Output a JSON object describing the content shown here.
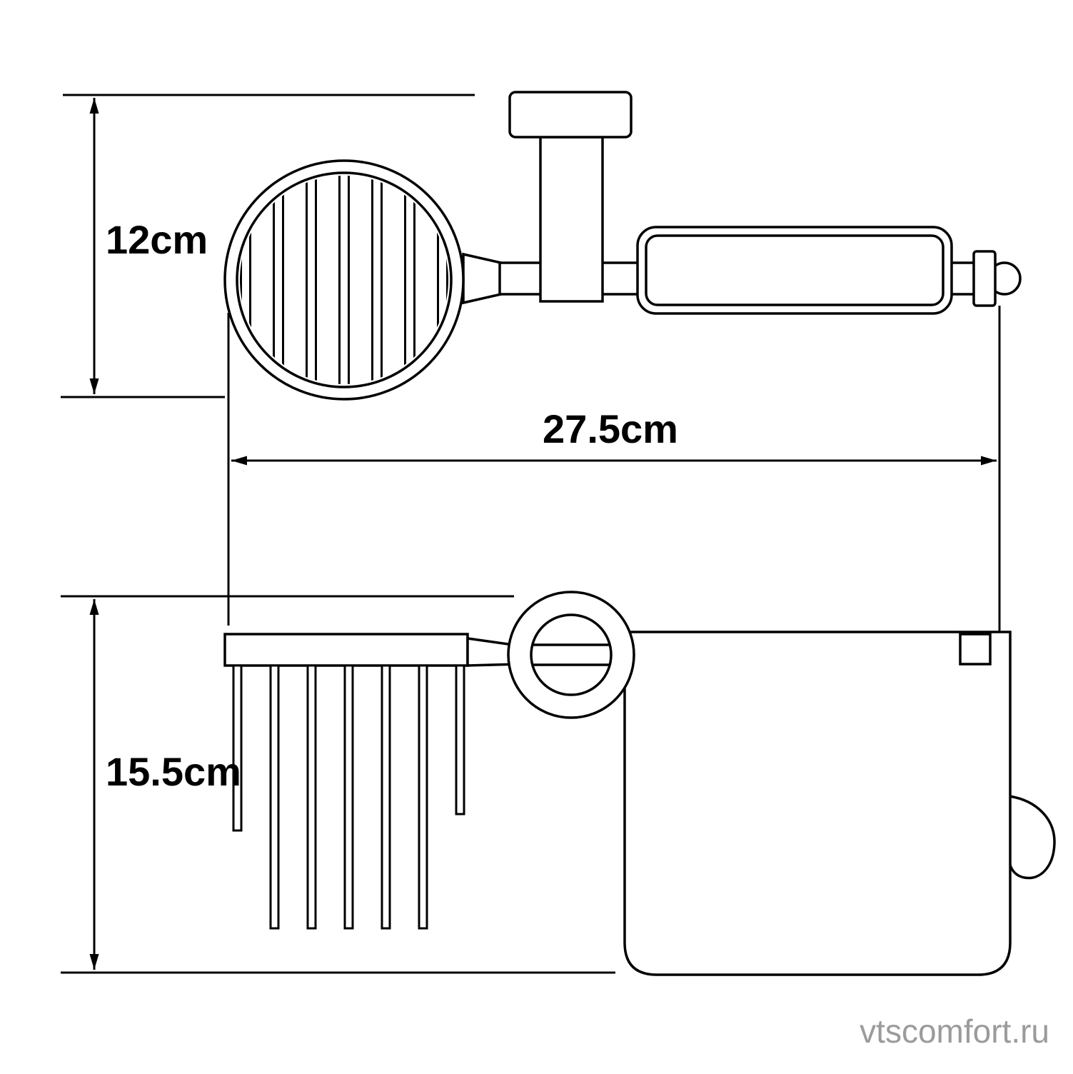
{
  "drawing": {
    "dimension_height_top": "12cm",
    "dimension_width": "27.5cm",
    "dimension_height_bottom": "15.5cm",
    "watermark": "vtscomfort.ru",
    "colors": {
      "line": "#000000",
      "watermark": "#9b9b9b",
      "background": "#ffffff"
    }
  }
}
